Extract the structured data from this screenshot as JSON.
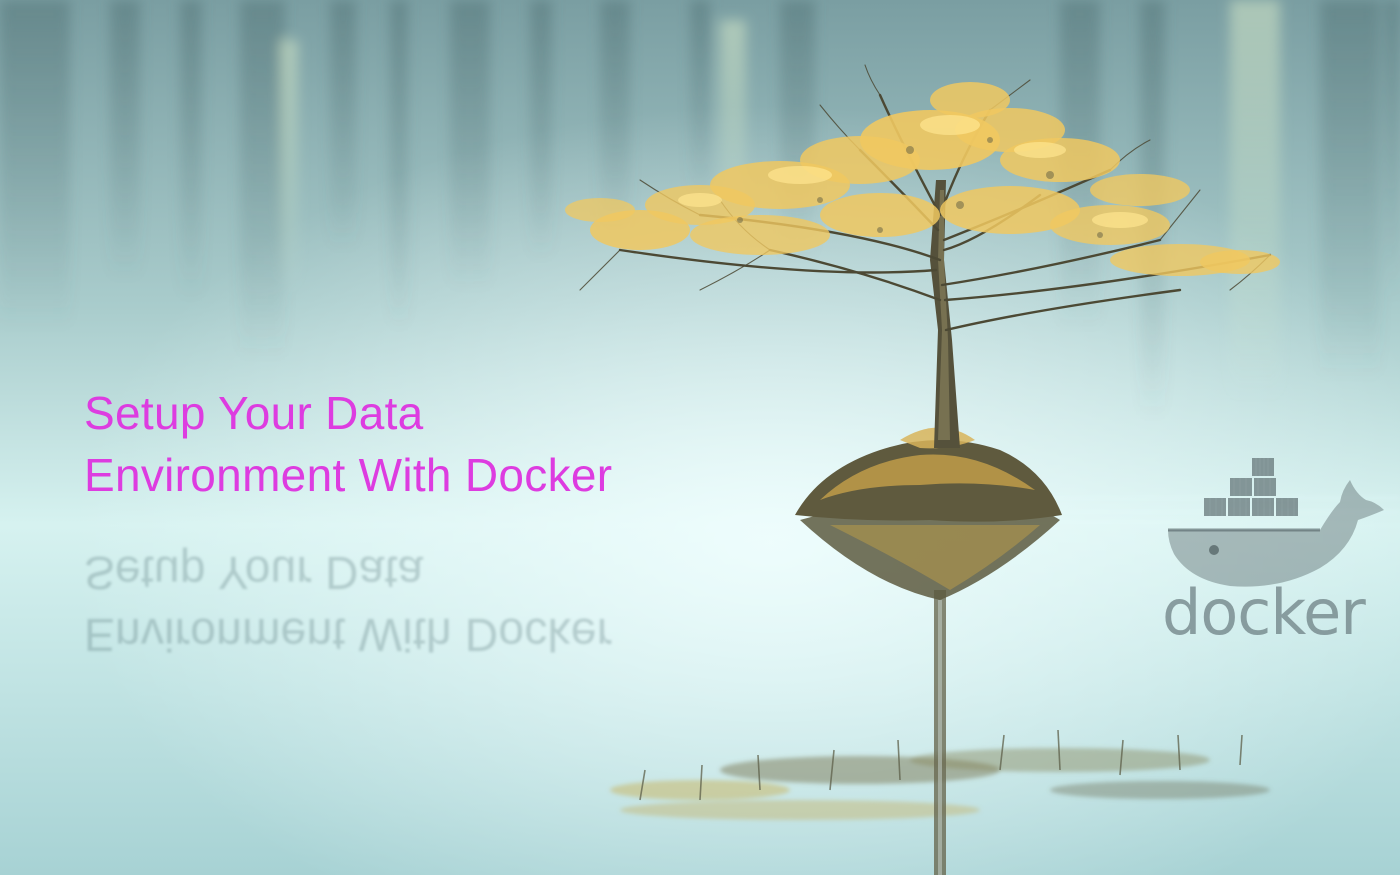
{
  "headline": {
    "line1": "Setup Your Data",
    "line2": "Environment With Docker"
  },
  "reflection": {
    "line1": "Setup Your Data",
    "line2": "Environment With Docker"
  },
  "logo": {
    "wordmark": "docker",
    "icon": "docker-whale-icon"
  },
  "colors": {
    "headline": "#dd3ce0",
    "sky": "#9fc4c4",
    "foliage": "#f0c860",
    "trunk": "#5a5a40",
    "logo": "#6e8084"
  }
}
